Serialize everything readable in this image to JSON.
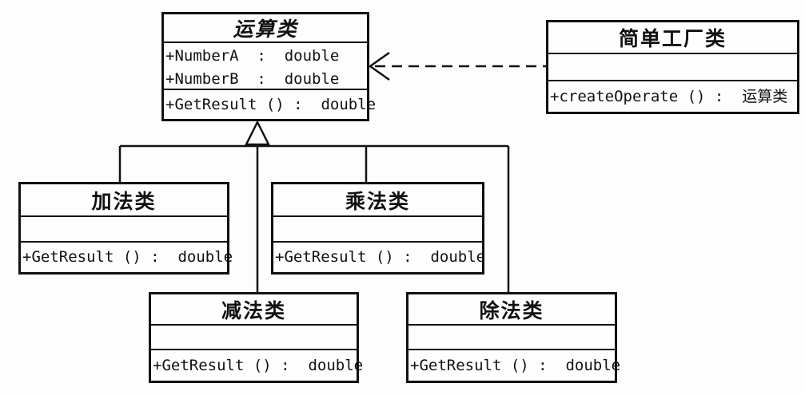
{
  "diagram": {
    "kind": "uml-class-diagram"
  },
  "classes": {
    "operation": {
      "title": "运算类",
      "attributes": [
        "+NumberA  :  double",
        "+NumberB  :  double"
      ],
      "method": "+GetResult () :  double"
    },
    "factory": {
      "title": "简单工厂类",
      "method": "+createOperate () :  运算类"
    },
    "addition": {
      "title": "加法类",
      "method": "+GetResult () :  double"
    },
    "multiplication": {
      "title": "乘法类",
      "method": "+GetResult () :  double"
    },
    "subtraction": {
      "title": "减法类",
      "method": "+GetResult () :  double"
    },
    "division": {
      "title": "除法类",
      "method": "+GetResult () :  double"
    }
  },
  "relations": {
    "generalization": {
      "parent": "运算类",
      "children": [
        "加法类",
        "乘法类",
        "减法类",
        "除法类"
      ],
      "style": "hollow-triangle"
    },
    "dependency": {
      "from": "简单工厂类",
      "to": "运算类",
      "style": "dashed-open-arrow"
    }
  },
  "colors": {
    "line": "#111111",
    "background": "#fdfdfd",
    "box_fill": "#fefefe"
  }
}
